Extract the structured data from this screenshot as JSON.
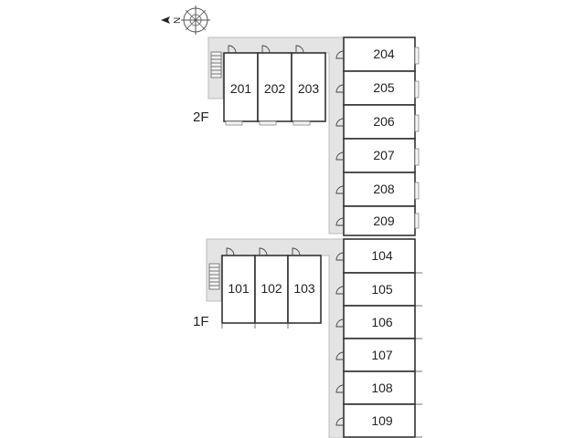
{
  "compass": {
    "icon": "compass-rose-icon",
    "label": "N"
  },
  "floors": [
    {
      "label": "2F",
      "units_upper": [
        "201",
        "202",
        "203"
      ],
      "units_column": [
        "204",
        "205",
        "206",
        "207",
        "208",
        "209"
      ]
    },
    {
      "label": "1F",
      "units_upper": [
        "101",
        "102",
        "103"
      ],
      "units_column": [
        "104",
        "105",
        "106",
        "107",
        "108",
        "109"
      ]
    }
  ],
  "colors": {
    "corridor": "#e4e4e4",
    "outline": "#333333",
    "background": "#ffffff"
  }
}
